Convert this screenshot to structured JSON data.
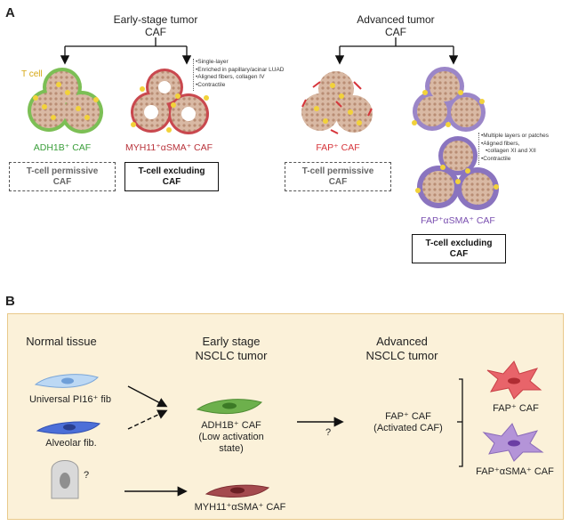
{
  "panelA": {
    "letter": "A",
    "early": {
      "title_line1": "Early-stage tumor",
      "title_line2": "CAF"
    },
    "advanced": {
      "title_line1": "Advanced tumor",
      "title_line2": "CAF"
    },
    "tcell_label": "T cell",
    "myh11_bullets": [
      "Single-layer",
      "Enriched in papillary/acinar LUAD",
      "Aligned fibers, collagen IV",
      "Contractile"
    ],
    "fapasma_bullets": [
      "Multiple layers or patches",
      "Aligned fibers,",
      "collagen XI and XII",
      "Contractile"
    ],
    "labels": {
      "adh1b": {
        "text": "ADH1B⁺ CAF",
        "color": "#3a9e3a"
      },
      "myh11": {
        "text": "MYH11⁺αSMA⁺ CAF",
        "color": "#b8323a"
      },
      "fap": {
        "text": "FAP⁺ CAF",
        "color": "#d6343a"
      },
      "fapasma": {
        "text": "FAP⁺αSMA⁺ CAF",
        "color": "#7a4fb0"
      }
    },
    "boxes": {
      "permissive1_l1": "T-cell permissive",
      "permissive1_l2": "CAF",
      "excluding1_l1": "T-cell excluding",
      "excluding1_l2": "CAF",
      "permissive2_l1": "T-cell permissive",
      "permissive2_l2": "CAF",
      "excluding2_l1": "T-cell excluding",
      "excluding2_l2": "CAF"
    }
  },
  "panelB": {
    "letter": "B",
    "normal_tissue": "Normal tissue",
    "early_title_l1": "Early stage",
    "early_title_l2": "NSCLC tumor",
    "advanced_title_l1": "Advanced",
    "advanced_title_l2": "NSCLC tumor",
    "universal_fib": "Universal PI16⁺ fib",
    "alveolar_fib": "Alveolar fib.",
    "adh1b_l1": "ADH1B⁺ CAF",
    "adh1b_l2": "(Low activation",
    "adh1b_l3": "state)",
    "question1": "?",
    "question2": "?",
    "fap_l1": "FAP⁺ CAF",
    "fap_l2": "(Activated CAF)",
    "fap_out": "FAP⁺ CAF",
    "fapasma_out": "FAP⁺αSMA⁺ CAF",
    "myh11": "MYH11⁺αSMA⁺ CAF"
  }
}
